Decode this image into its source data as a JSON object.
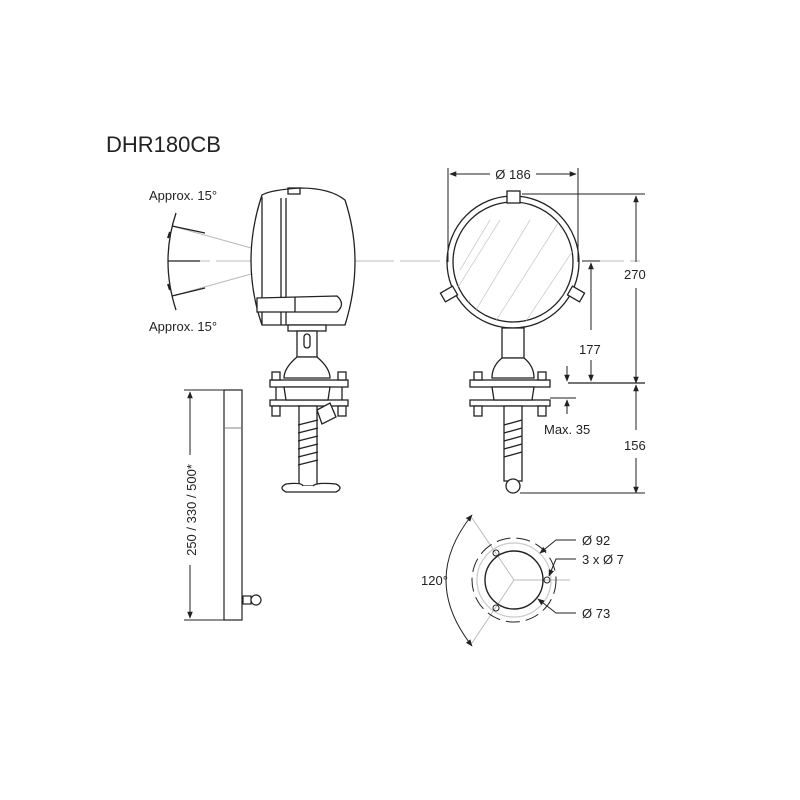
{
  "title": "DHR180CB",
  "side_view": {
    "tilt_up_label": "Approx. 15°",
    "tilt_down_label": "Approx. 15°"
  },
  "front_view": {
    "diameter_label": "Ø 186",
    "height_total": "270",
    "height_center": "177",
    "bottom_height": "156",
    "max_thickness": "Max. 35"
  },
  "post": {
    "length_label": "250 / 330 / 500*"
  },
  "mount_plate": {
    "angle_label": "120°",
    "bolt_circle": "Ø 92",
    "holes": "3 x Ø 7",
    "cutout": "Ø 73"
  },
  "colors": {
    "line": "#222222",
    "guide": "#bbbbbb",
    "hatch": "#cccccc"
  }
}
